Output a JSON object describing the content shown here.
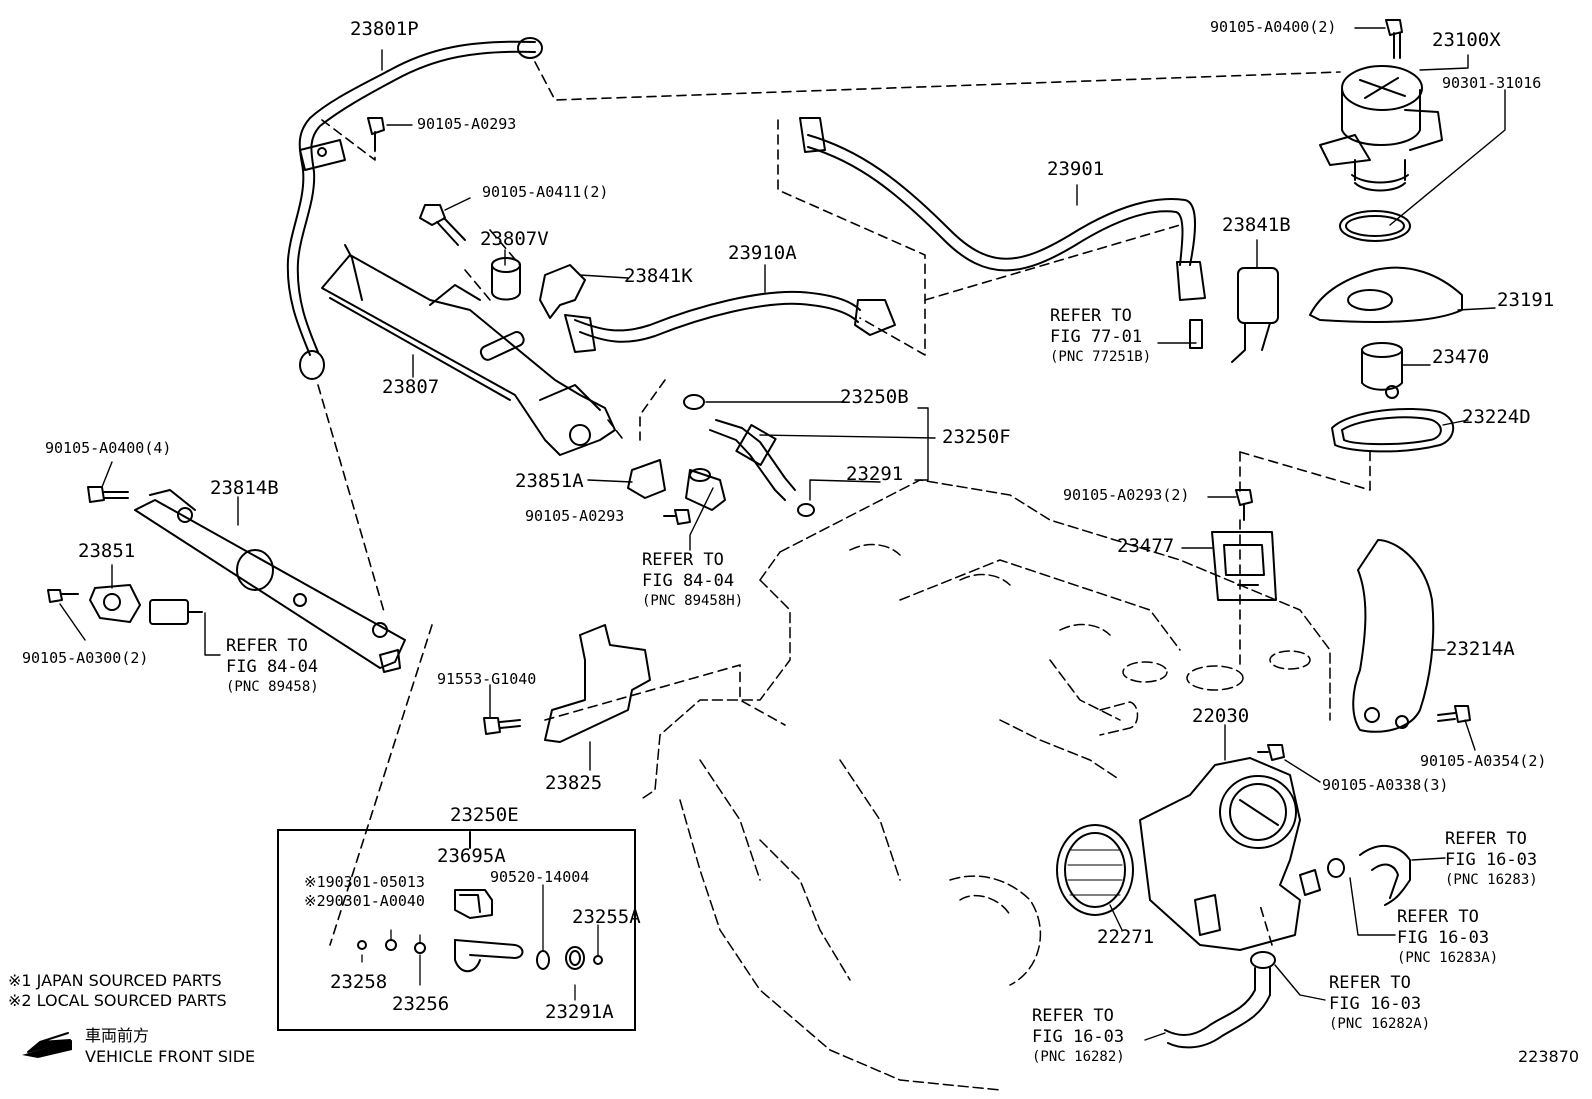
{
  "parts": {
    "p23801P": "23801P",
    "p90105A0293_top": "90105-A0293",
    "p90105A0411": "90105-A0411(2)",
    "p23807V": "23807V",
    "p23807": "23807",
    "p23841K": "23841K",
    "p23910A": "23910A",
    "p23901": "23901",
    "p90105A0400_2": "90105-A0400(2)",
    "p23100X": "23100X",
    "p90301_31016": "90301-31016",
    "p23841B": "23841B",
    "p23191": "23191",
    "p23470": "23470",
    "p23224D": "23224D",
    "p23250B": "23250B",
    "p23250F": "23250F",
    "p23291": "23291",
    "p23851A": "23851A",
    "p90105A0293_mid": "90105-A0293",
    "p90105A0293_2": "90105-A0293(2)",
    "p23477": "23477",
    "p90105A0400_4": "90105-A0400(4)",
    "p23814B": "23814B",
    "p23851": "23851",
    "p90105A0300": "90105-A0300(2)",
    "p91553G1040": "91553-G1040",
    "p23825": "23825",
    "p23214A": "23214A",
    "p90105A0354": "90105-A0354(2)",
    "p22030": "22030",
    "p90105A0338": "90105-A0338(3)",
    "p22271": "22271",
    "p23250E": "23250E",
    "p23695A": "23695A",
    "p90301_05013": "※190301-05013",
    "p90301_A0040": "※290301-A0040",
    "p90520_14004": "90520-14004",
    "p23255A": "23255A",
    "p23258": "23258",
    "p23256": "23256",
    "p23291A": "23291A"
  },
  "refs": {
    "r7701": {
      "text": "REFER TO\nFIG 77-01",
      "pnc": "(PNC 77251B)"
    },
    "r8404a": {
      "text": "REFER TO\nFIG 84-04",
      "pnc": "(PNC 89458H)"
    },
    "r8404b": {
      "text": "REFER TO\nFIG 84-04",
      "pnc": "(PNC 89458)"
    },
    "r1603a": {
      "text": "REFER TO\nFIG 16-03",
      "pnc": "(PNC 16283)"
    },
    "r1603b": {
      "text": "REFER TO\nFIG 16-03",
      "pnc": "(PNC 16283A)"
    },
    "r1603c": {
      "text": "REFER TO\nFIG 16-03",
      "pnc": "(PNC 16282A)"
    },
    "r1603d": {
      "text": "REFER TO\nFIG 16-03",
      "pnc": "(PNC 16282)"
    }
  },
  "notes": {
    "japan": "※1  JAPAN SOURCED PARTS",
    "local": "※2  LOCAL SOURCED PARTS",
    "front_jp": "車両前方",
    "front_en": "VEHICLE FRONT SIDE"
  },
  "figure_id": "223870"
}
